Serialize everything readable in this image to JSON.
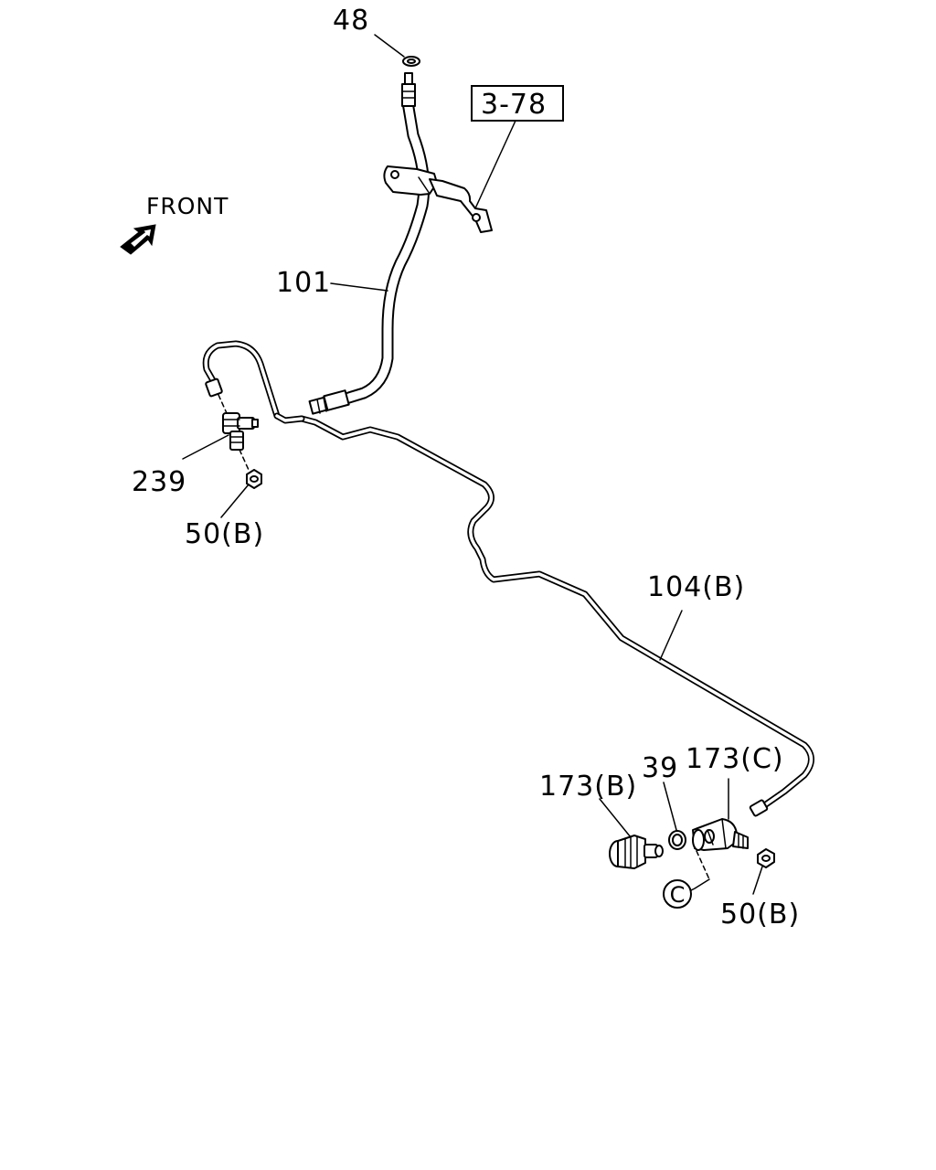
{
  "labels": {
    "part_48": "48",
    "ref_3_78": "3-78",
    "front": "FRONT",
    "part_101": "101",
    "part_239": "239",
    "part_50b_left": "50(B)",
    "part_104b": "104(B)",
    "part_173b": "173(B)",
    "part_39": "39",
    "part_173c": "173(C)",
    "circle_c": "C",
    "part_50b_right": "50(B)"
  }
}
